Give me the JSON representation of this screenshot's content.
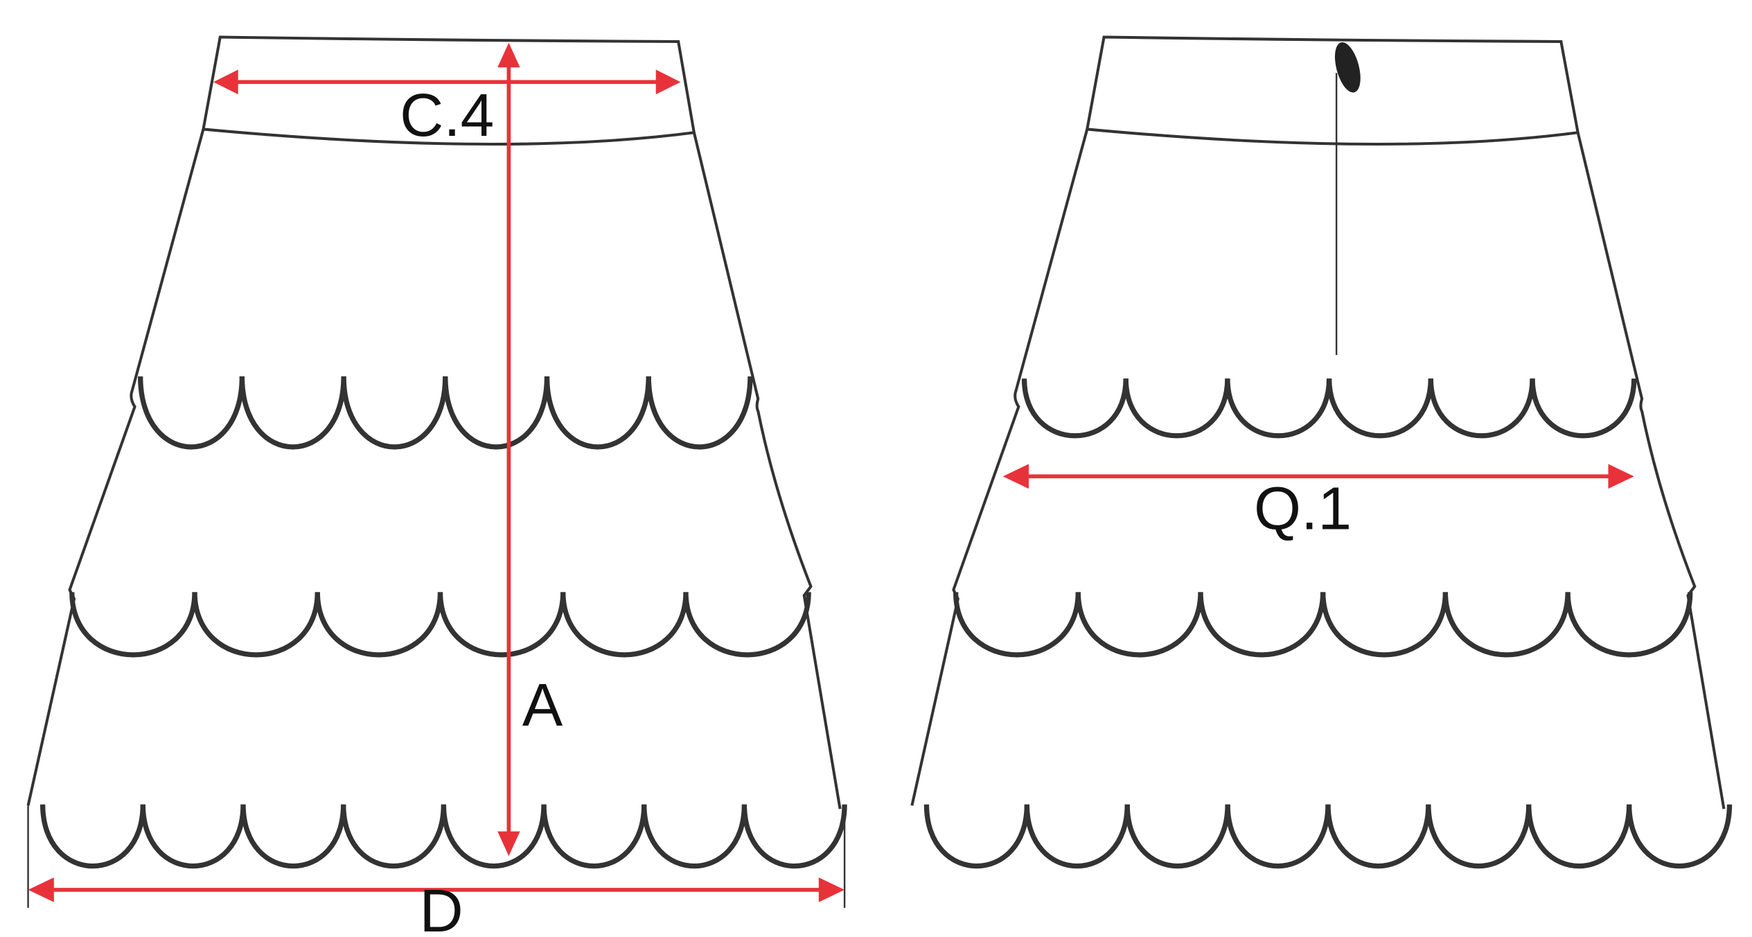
{
  "diagram": {
    "front": {
      "labels": {
        "waist": "C.4",
        "length": "A",
        "hem": "D"
      }
    },
    "back": {
      "labels": {
        "tier": "Q.1"
      }
    },
    "colors": {
      "measure": "#e8323a",
      "outline": "#333333"
    }
  }
}
